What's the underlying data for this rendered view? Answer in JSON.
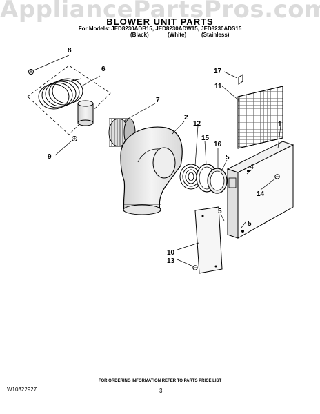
{
  "watermark": "AppliancePartsPros.com",
  "header": {
    "title": "BLOWER UNIT PARTS",
    "models_line": "For Models: JED8230ADB15, JED8230ADW15, JED8230ADS15",
    "variants": [
      "(Black)",
      "(White)",
      "(Stainless)"
    ]
  },
  "callouts": {
    "c1": "1",
    "c2": "2",
    "c4": "4",
    "c5a": "5",
    "c5b": "5",
    "c6": "6",
    "c7": "7",
    "c8": "8",
    "c9": "9",
    "c10": "10",
    "c11": "11",
    "c12": "12",
    "c13": "13",
    "c14": "14",
    "c15": "15",
    "c16": "16",
    "c17": "17"
  },
  "footer": {
    "ordering_info": "FOR ORDERING INFORMATION REFER TO PARTS PRICE LIST",
    "doc_number": "W10322927",
    "page_number": "3"
  }
}
